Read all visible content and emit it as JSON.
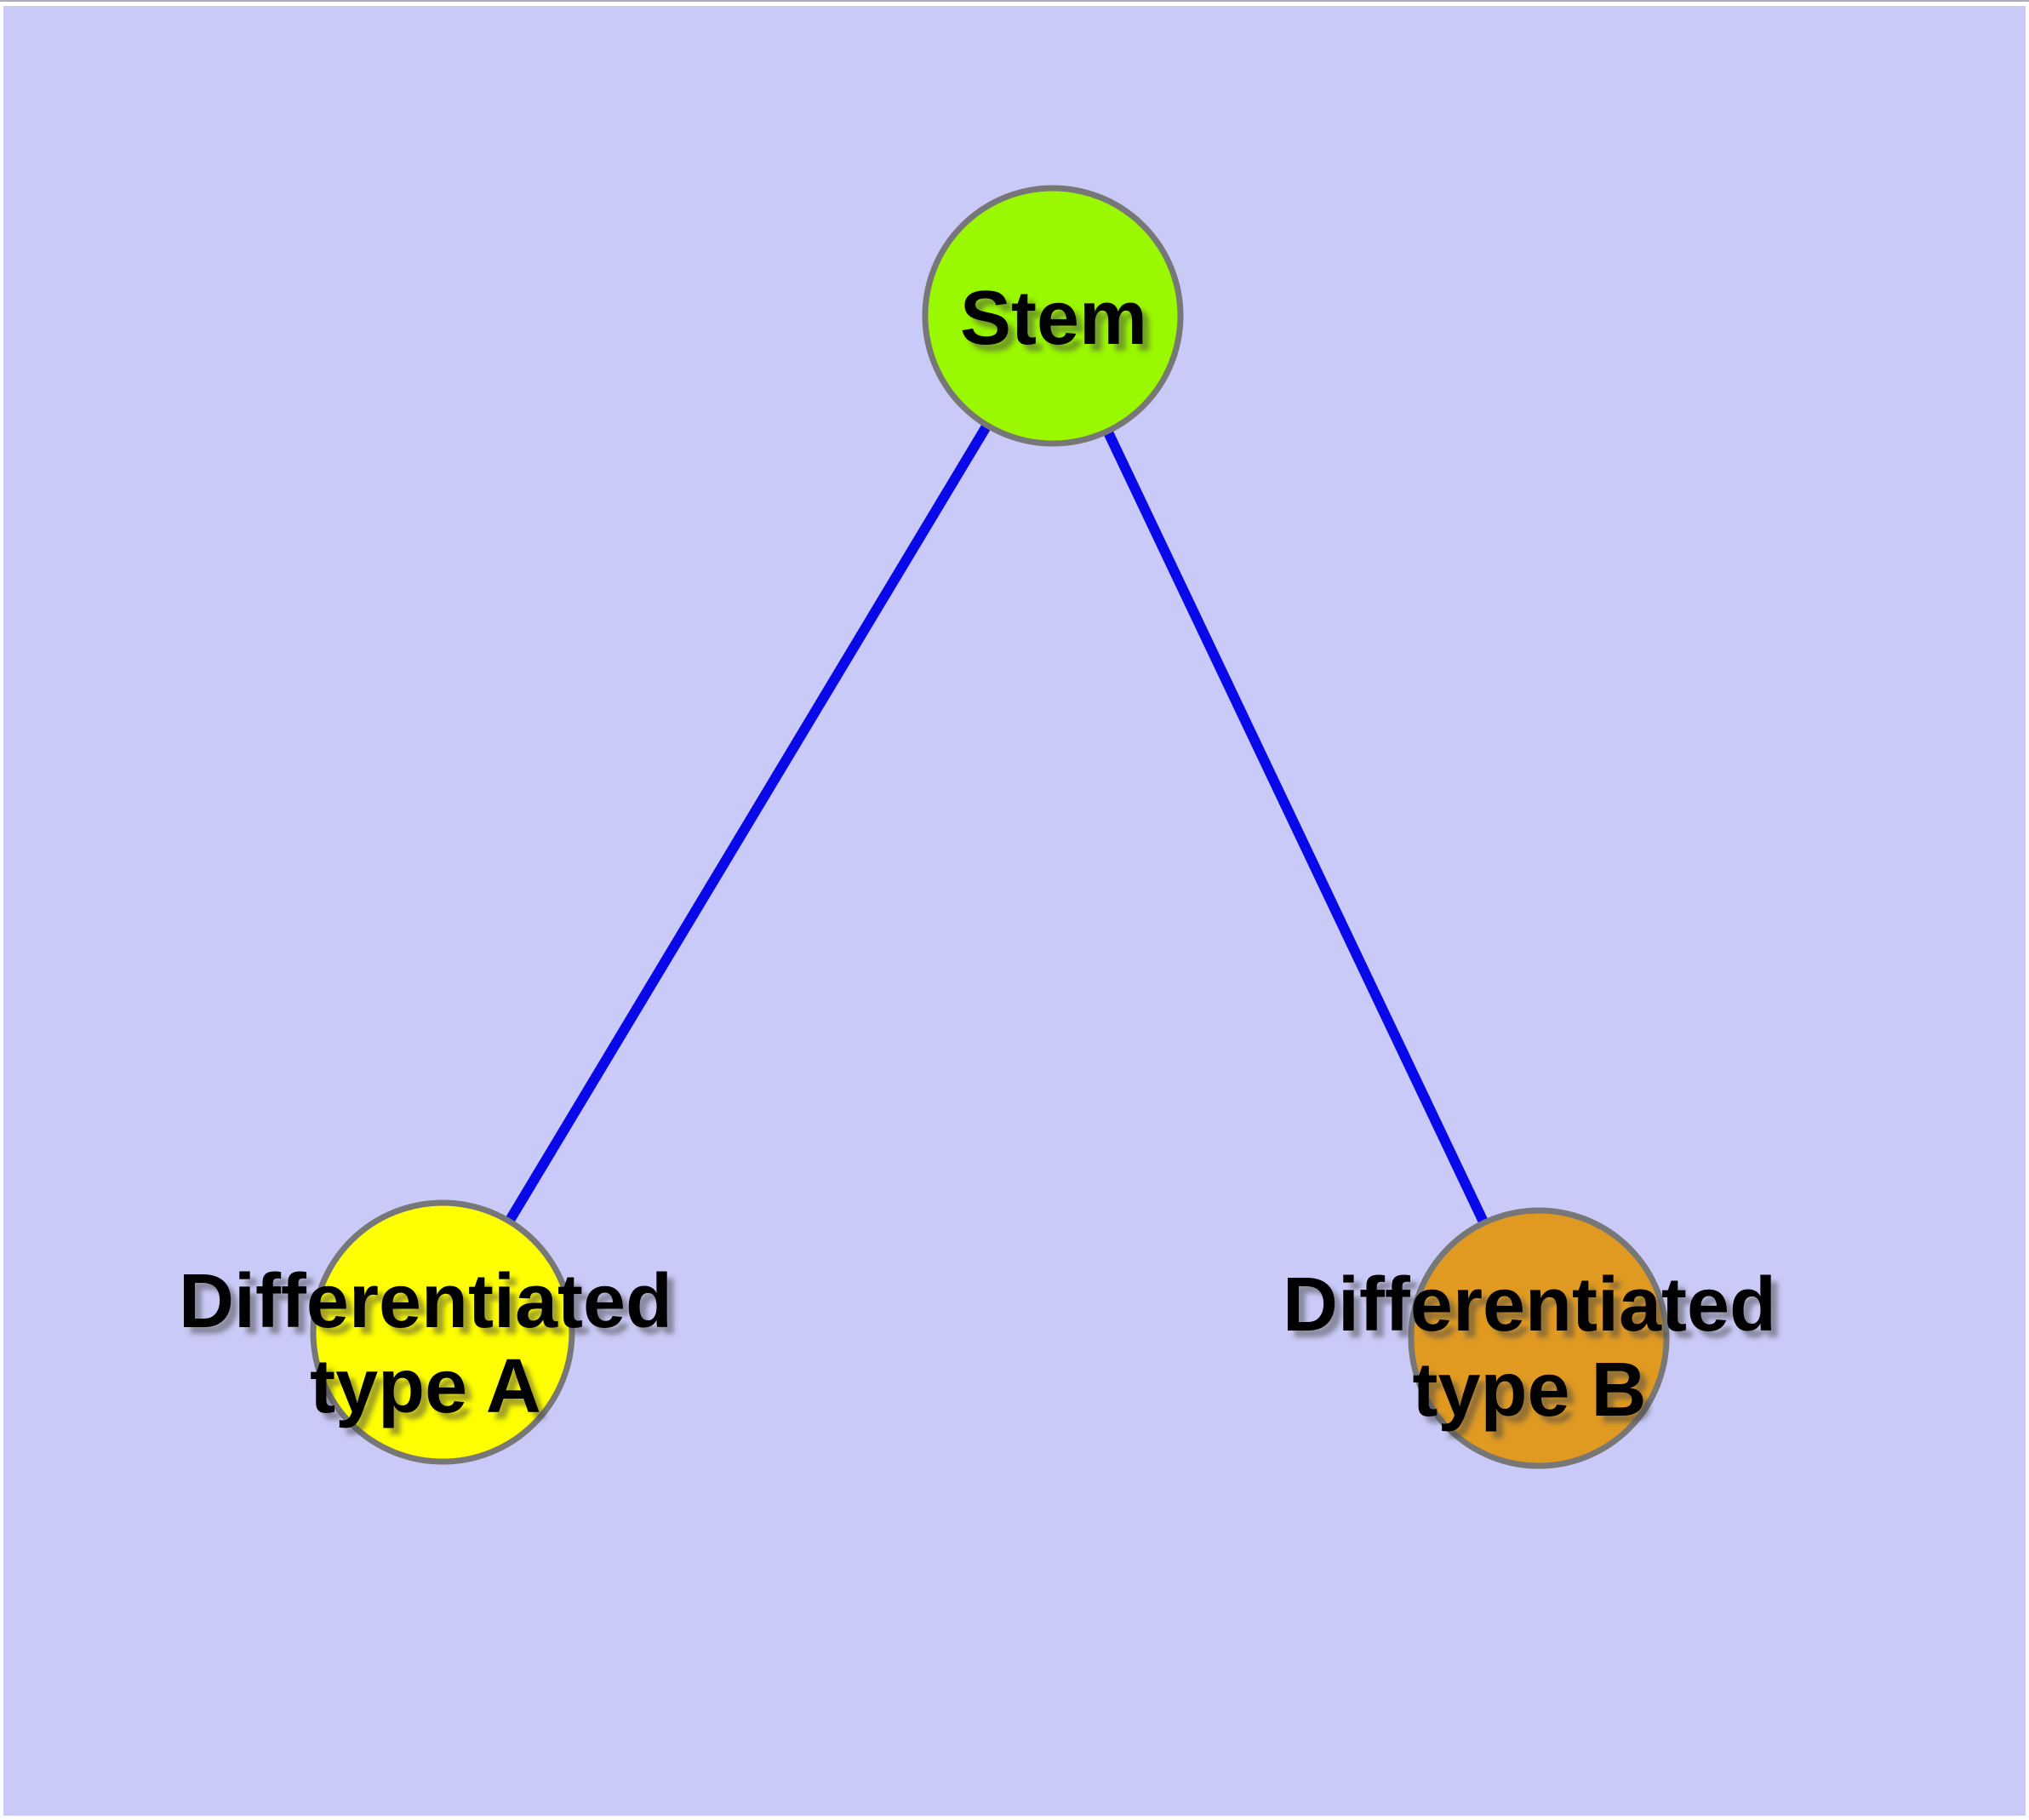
{
  "canvas": {
    "background_color": "#FFFFFF",
    "panel_color": "#CACAF8",
    "top_hairline_color": "#ADADBE"
  },
  "graph": {
    "edge_color": "#0808E8",
    "node_border_color": "#777777",
    "label_color": "#000000",
    "label_shadow_color": "#444444",
    "nodes": [
      {
        "id": "stem",
        "label": "Stem",
        "fill": "#9AF800"
      },
      {
        "id": "differentiated-type-a",
        "label": "Differentiated type A",
        "label_line1": "Differentiated",
        "label_line2": "type A",
        "fill": "#FFFF00"
      },
      {
        "id": "differentiated-type-b",
        "label": "Differentiated type B",
        "label_line1": "Differentiated",
        "label_line2": "type B",
        "fill": "#E09A22"
      }
    ],
    "edges": [
      {
        "from": "Stem",
        "to": "Differentiated type A"
      },
      {
        "from": "Stem",
        "to": "Differentiated type B"
      }
    ]
  }
}
